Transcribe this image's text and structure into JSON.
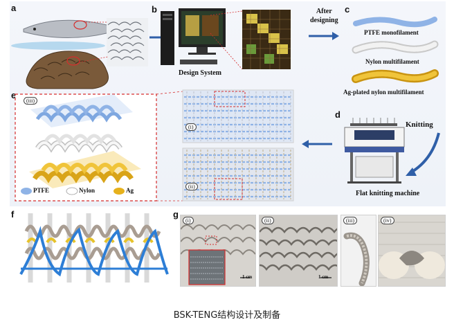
{
  "panels": {
    "a": "a",
    "b": "b",
    "c": "c",
    "d": "d",
    "e": "e",
    "f": "f",
    "g": "g"
  },
  "labels": {
    "design_system": "Design System",
    "after_designing": "After\ndesigning",
    "ptfe_mono": "PTFE monofilament",
    "nylon_multi": "Nylon multifilament",
    "ag_nylon": "Ag-plated nylon multifilament",
    "knitting": "Knitting",
    "flat_machine": "Flat knitting machine"
  },
  "legend": {
    "ptfe": "PTFE",
    "nylon": "Nylon",
    "ag": "Ag"
  },
  "sub_labels": {
    "e_iii": "(iii)",
    "e_i": "(i)",
    "e_ii": "(ii)",
    "g_i": "(i)",
    "g_ii": "(ii)",
    "g_iii": "(iii)",
    "g_iv": "(iv)"
  },
  "scales": {
    "g_i": "1 cm",
    "g_ii": "1 cm"
  },
  "caption": "BSK-TENG结构设计及制备",
  "colors": {
    "ptfe": "#8fb3e6",
    "nylon": "#f2f2f2",
    "ag": "#e6b11c",
    "arrow": "#2f5fa8",
    "dash": "#d62c2c"
  }
}
